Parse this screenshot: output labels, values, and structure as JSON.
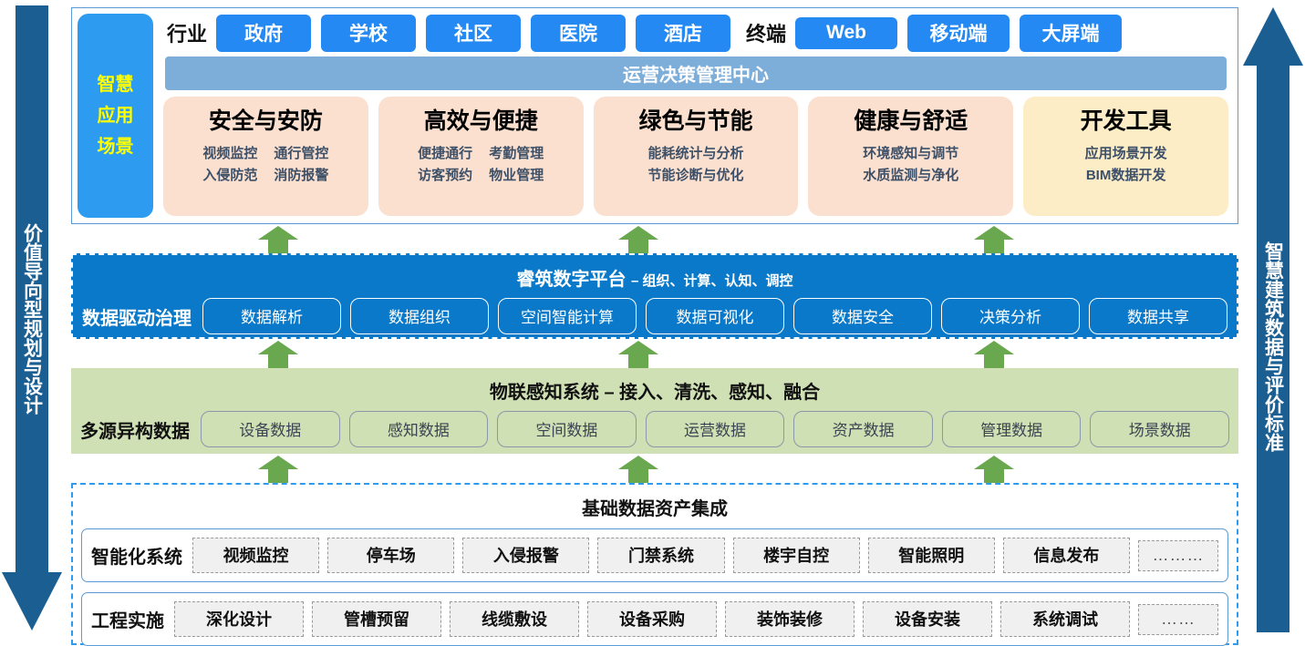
{
  "left_arrow": {
    "label": "价值导向型规划与设计",
    "direction": "down",
    "color": "#1b5f92"
  },
  "right_arrow": {
    "label": "智慧建筑数据与评价标准",
    "direction": "up",
    "color": "#1b5f92"
  },
  "application_layer": {
    "side_label": [
      "智慧",
      "应用",
      "场景"
    ],
    "industry_label": "行业",
    "industry_chips": [
      "政府",
      "学校",
      "社区",
      "医院",
      "酒店"
    ],
    "terminal_label": "终端",
    "terminal_chips": [
      "Web",
      "移动端",
      "大屏端"
    ],
    "center_bar": "运营决策管理中心",
    "cards": [
      {
        "title": "安全与安防",
        "sub_left": [
          "视频监控",
          "入侵防范"
        ],
        "sub_right": [
          "通行管控",
          "消防报警"
        ],
        "color": "#fbe0cf"
      },
      {
        "title": "高效与便捷",
        "sub_left": [
          "便捷通行",
          "访客预约"
        ],
        "sub_right": [
          "考勤管理",
          "物业管理"
        ],
        "color": "#fbe0cf"
      },
      {
        "title": "绿色与节能",
        "sub_lines": [
          "能耗统计与分析",
          "节能诊断与优化"
        ],
        "color": "#fbe0cf"
      },
      {
        "title": "健康与舒适",
        "sub_lines": [
          "环境感知与调节",
          "水质监测与净化"
        ],
        "color": "#fbe0cf"
      },
      {
        "title": "开发工具",
        "sub_lines": [
          "应用场景开发",
          "BIM数据开发"
        ],
        "color": "#fcedc6"
      }
    ]
  },
  "platform_layer": {
    "title_main": "睿筑数字平台",
    "title_sub": "– 组织、计算、认知、调控",
    "lead": "数据驱动治理",
    "items": [
      "数据解析",
      "数据组织",
      "空间智能计算",
      "数据可视化",
      "数据安全",
      "决策分析",
      "数据共享"
    ],
    "color": "#0a79c9"
  },
  "iot_layer": {
    "title_main": "物联感知系统",
    "title_sub": "– 接入、清洗、感知、融合",
    "lead": "多源异构数据",
    "items": [
      "设备数据",
      "感知数据",
      "空间数据",
      "运营数据",
      "资产数据",
      "管理数据",
      "场景数据"
    ],
    "color": "#cfe0b4"
  },
  "base_layer": {
    "title": "基础数据资产集成",
    "rows": [
      {
        "lead": "智能化系统",
        "items": [
          "视频监控",
          "停车场",
          "入侵报警",
          "门禁系统",
          "楼宇自控",
          "智能照明",
          "信息发布"
        ],
        "trailing": "………"
      },
      {
        "lead": "工程实施",
        "items": [
          "深化设计",
          "管槽预留",
          "线缆敷设",
          "设备采购",
          "装饰装修",
          "设备安装",
          "系统调试"
        ],
        "trailing": "……"
      }
    ]
  },
  "connectors": {
    "arrow_color": "#6aa84f",
    "count_per_row": 3
  }
}
